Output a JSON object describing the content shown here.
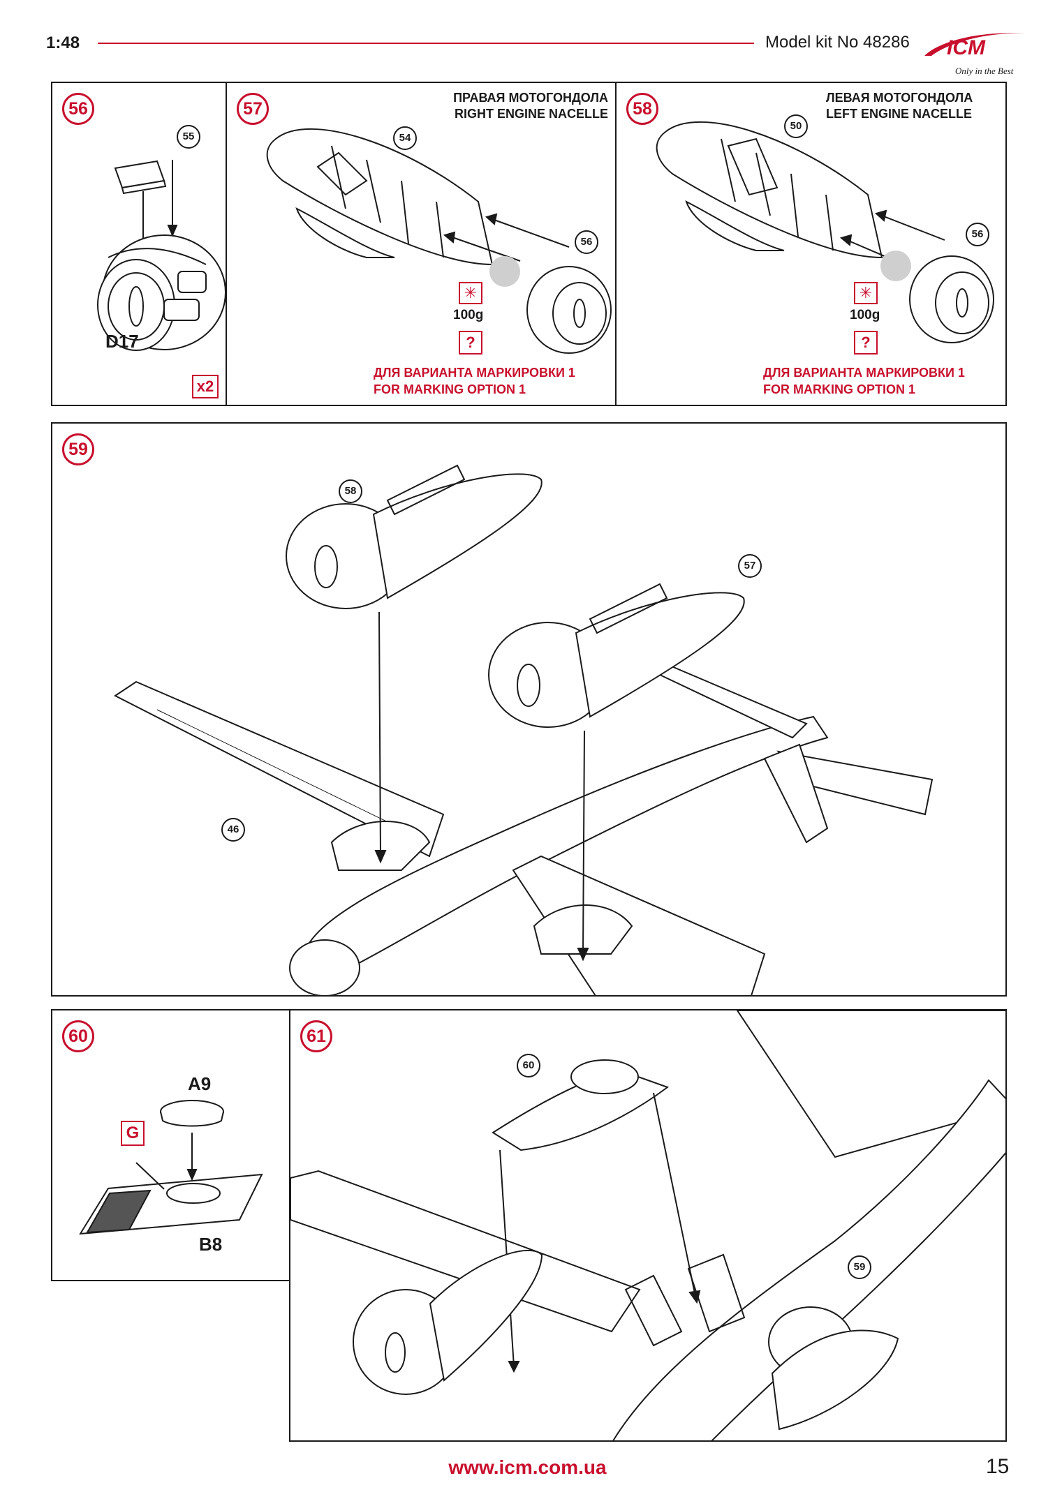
{
  "header": {
    "scale": "1:48",
    "kit_number": "Model kit No 48286",
    "logo_text": "ICM",
    "logo_tagline": "Only in the Best"
  },
  "steps": {
    "s56": {
      "number": "56",
      "part_ref": "55",
      "part_label": "D17",
      "multiplier": "x2"
    },
    "s57": {
      "number": "57",
      "title_ru": "ПРАВАЯ МОТОГОНДОЛА",
      "title_en": "RIGHT ENGINE NACELLE",
      "part_refs": [
        "54",
        "56"
      ],
      "weight": "100g",
      "weight_icon": "✳",
      "option_icon": "?",
      "note_ru": "ДЛЯ ВАРИАНТА МАРКИРОВКИ 1",
      "note_en": "FOR MARKING OPTION 1"
    },
    "s58": {
      "number": "58",
      "title_ru": "ЛЕВАЯ МОТОГОНДОЛА",
      "title_en": "LEFT ENGINE NACELLE",
      "part_refs": [
        "50",
        "56"
      ],
      "weight": "100g",
      "weight_icon": "✳",
      "option_icon": "?",
      "note_ru": "ДЛЯ ВАРИАНТА МАРКИРОВКИ 1",
      "note_en": "FOR MARKING OPTION 1"
    },
    "s59": {
      "number": "59",
      "part_refs": [
        "58",
        "57",
        "46"
      ]
    },
    "s60": {
      "number": "60",
      "part_a": "A9",
      "part_b": "B8",
      "color_code": "G"
    },
    "s61": {
      "number": "61",
      "part_refs": [
        "60",
        "59"
      ]
    }
  },
  "footer": {
    "url": "www.icm.com.ua",
    "page": "15"
  },
  "colors": {
    "accent": "#c8102e",
    "ink": "#1a1a1a",
    "weight_ball": "#cfcfcf"
  }
}
